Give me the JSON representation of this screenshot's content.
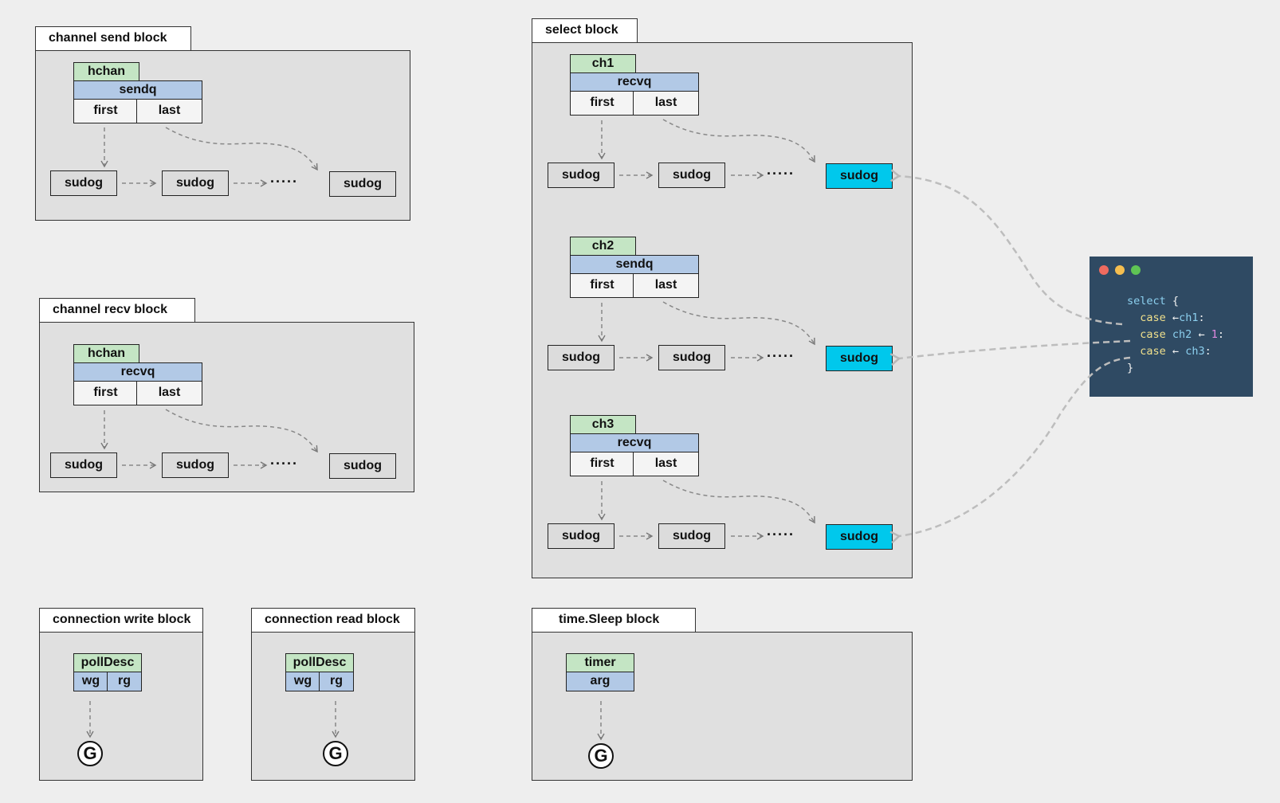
{
  "colors": {
    "hchan": "#c4e5c4",
    "queue": "#b2c9e6",
    "selected_sudog": "#00c8ec",
    "code_bg": "#2f4a63"
  },
  "send_block": {
    "title": "channel send block",
    "hchan": "hchan",
    "queue": "sendq",
    "first": "first",
    "last": "last",
    "sudog1": "sudog",
    "sudog2": "sudog",
    "dots": "·····",
    "sudog3": "sudog"
  },
  "recv_block": {
    "title": "channel recv block",
    "hchan": "hchan",
    "queue": "recvq",
    "first": "first",
    "last": "last",
    "sudog1": "sudog",
    "sudog2": "sudog",
    "dots": "·····",
    "sudog3": "sudog"
  },
  "select_block": {
    "title": "select block",
    "channels": [
      {
        "name": "ch1",
        "queue": "recvq",
        "first": "first",
        "last": "last",
        "sudog1": "sudog",
        "sudog2": "sudog",
        "dots": "·····",
        "sudog3": "sudog"
      },
      {
        "name": "ch2",
        "queue": "sendq",
        "first": "first",
        "last": "last",
        "sudog1": "sudog",
        "sudog2": "sudog",
        "dots": "·····",
        "sudog3": "sudog"
      },
      {
        "name": "ch3",
        "queue": "recvq",
        "first": "first",
        "last": "last",
        "sudog1": "sudog",
        "sudog2": "sudog",
        "dots": "·····",
        "sudog3": "sudog"
      }
    ]
  },
  "write_block": {
    "title": "connection write block",
    "struct": "pollDesc",
    "wg": "wg",
    "rg": "rg",
    "g": "G"
  },
  "read_block": {
    "title": "connection read block",
    "struct": "pollDesc",
    "wg": "wg",
    "rg": "rg",
    "g": "G"
  },
  "sleep_block": {
    "title": "time.Sleep block",
    "struct": "timer",
    "field": "arg",
    "g": "G"
  },
  "code_window": {
    "traffic_lights": [
      "#ef6b5f",
      "#f5be4f",
      "#5fc454"
    ],
    "line1_kw": "select",
    "line1_brace": " {",
    "line2_kw": "case",
    "line2_arrow": "←",
    "line2_ch": "ch1",
    "line2_colon": ":",
    "line3_kw": "case",
    "line3_ch": "ch2",
    "line3_arrow": "←",
    "line3_num": "1",
    "line3_colon": ":",
    "line4_kw": "case",
    "line4_arrow": "←",
    "line4_ch": "ch3",
    "line4_colon": ":",
    "line5": "}"
  }
}
